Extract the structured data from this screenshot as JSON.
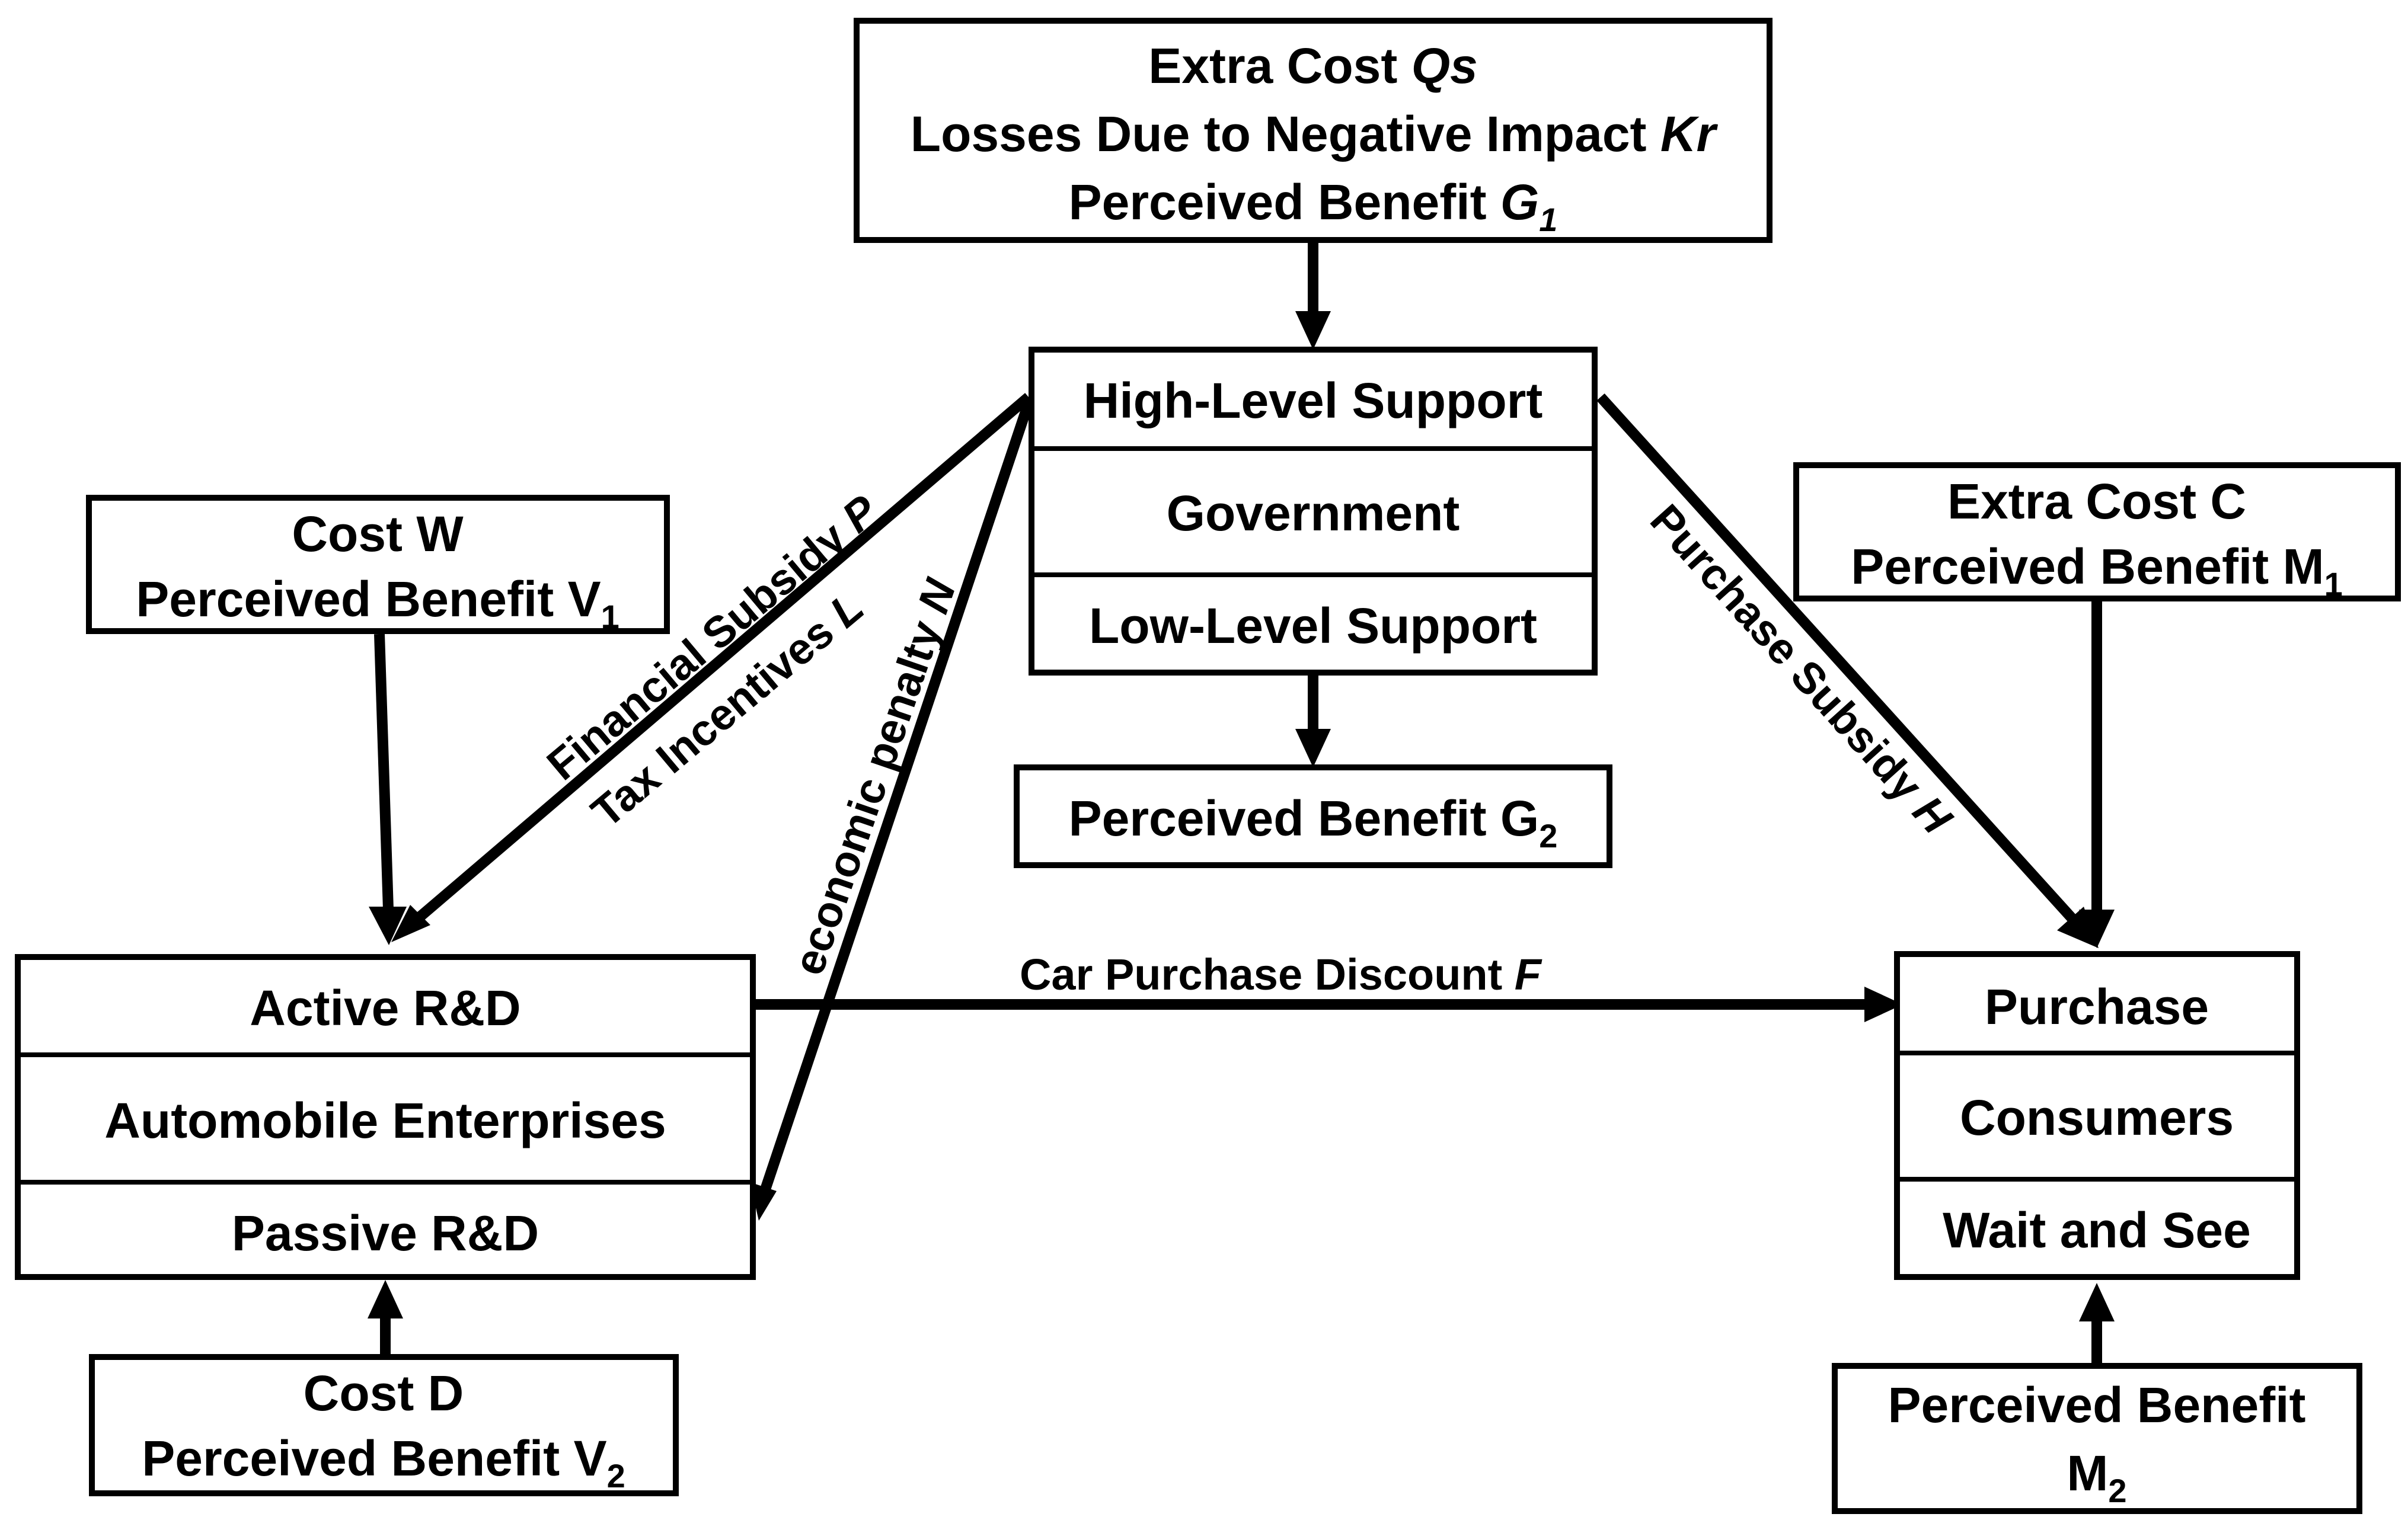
{
  "govt_top_box": {
    "line1": "Extra Cost ",
    "line1_var": "Qs",
    "line2": "Losses Due to Negative Impact ",
    "line2_var": "Kr",
    "line3": "Perceived Benefit ",
    "line3_var": "G",
    "line3_sub": "1"
  },
  "government": {
    "top": "High-Level Support",
    "middle": "Government",
    "bottom": "Low-Level Support"
  },
  "govt_benefit_box": {
    "text": "Perceived Benefit G",
    "sub": "2"
  },
  "enterprise_cost_top": {
    "line1": "Cost W",
    "line2": "Perceived Benefit V",
    "line2_sub": "1"
  },
  "enterprises": {
    "top": "Active R&D",
    "middle": "Automobile Enterprises",
    "bottom": "Passive R&D"
  },
  "enterprise_cost_bottom": {
    "line1": "Cost  D",
    "line2": "Perceived Benefit V",
    "line2_sub": "2"
  },
  "consumer_cost_top": {
    "line1": "Extra Cost C",
    "line2": "Perceived Benefit M",
    "line2_sub": "1"
  },
  "consumers": {
    "top": "Purchase",
    "middle": "Consumers",
    "bottom": "Wait and See"
  },
  "consumer_benefit_bottom": {
    "line1": "Perceived Benefit",
    "line2": "M",
    "line2_sub": "2"
  },
  "edge_labels": {
    "financial_subsidy": "Financial Subsidy ",
    "financial_subsidy_var": "P",
    "tax_incentives": "Tax Incentives ",
    "tax_incentives_var": "L",
    "economic_penalty": "economic penalty ",
    "economic_penalty_var": "N",
    "purchase_subsidy": "Purchase Subsidy ",
    "purchase_subsidy_var": "H",
    "car_purchase_discount": "Car Purchase Discount ",
    "car_purchase_discount_var": "F"
  }
}
